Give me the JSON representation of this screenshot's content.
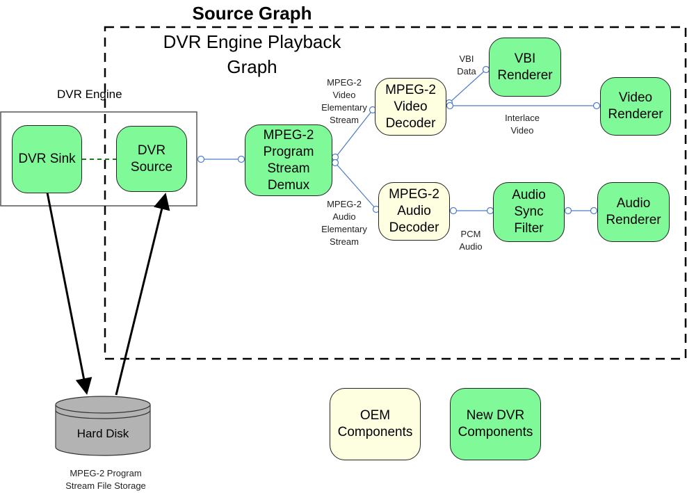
{
  "titles": {
    "source_graph": "Source Graph",
    "playback_graph": "DVR Engine Playback\nGraph",
    "dvr_engine": "DVR Engine"
  },
  "nodes": {
    "dvr_sink": "DVR Sink",
    "dvr_source": "DVR\nSource",
    "demux": "MPEG-2\nProgram\nStream\nDemux",
    "video_decoder": "MPEG-2\nVideo\nDecoder",
    "audio_decoder": "MPEG-2\nAudio\nDecoder",
    "vbi_renderer": "VBI\nRenderer",
    "video_renderer": "Video\nRenderer",
    "audio_sync_filter": "Audio\nSync\nFilter",
    "audio_renderer": "Audio\nRenderer",
    "hard_disk": "Hard Disk"
  },
  "edge_labels": {
    "video_es": "MPEG-2\nVideo\nElementary\nStream",
    "audio_es": "MPEG-2\nAudio\nElementary\nStream",
    "vbi_data": "VBI\nData",
    "interlace_video": "Interlace\nVideo",
    "pcm_audio": "PCM\nAudio",
    "storage": "MPEG-2 Program\nStream File Storage"
  },
  "legend": {
    "oem": "OEM\nComponents",
    "new_dvr": "New DVR\nComponents"
  },
  "colors": {
    "new_dvr_fill": "#80fa99",
    "oem_fill": "#fefee0",
    "pin_line": "#4a7bc8",
    "disk_fill": "#b3b3b3",
    "sink_source_link": "#1a7a1a"
  }
}
